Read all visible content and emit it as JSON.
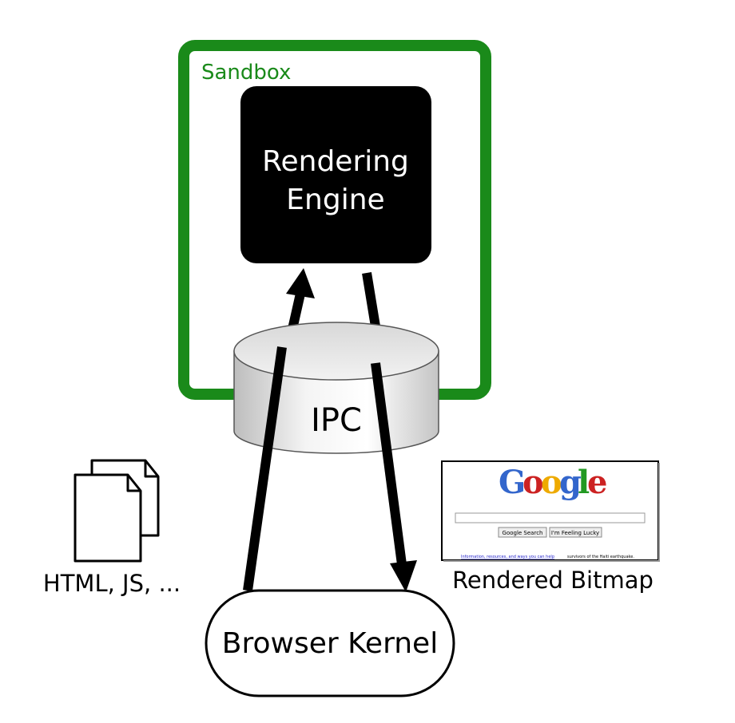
{
  "sandbox": {
    "label": "Sandbox",
    "color": "#1a8a1a"
  },
  "engine": {
    "line1": "Rendering",
    "line2": "Engine"
  },
  "ipc": {
    "label": "IPC"
  },
  "kernel": {
    "label": "Browser Kernel"
  },
  "documents": {
    "label": "HTML, JS, ..."
  },
  "bitmap": {
    "label": "Rendered Bitmap",
    "logo": [
      "G",
      "o",
      "o",
      "g",
      "l",
      "e"
    ],
    "logo_colors": [
      "#3366cc",
      "#cc2222",
      "#eeaa00",
      "#3366cc",
      "#229922",
      "#cc2222"
    ],
    "search_button": "Google Search",
    "lucky_button": "I'm Feeling Lucky",
    "footer_link": "Information, resources, and ways you can help",
    "footer_text": "survivors of the Haiti earthquake."
  }
}
